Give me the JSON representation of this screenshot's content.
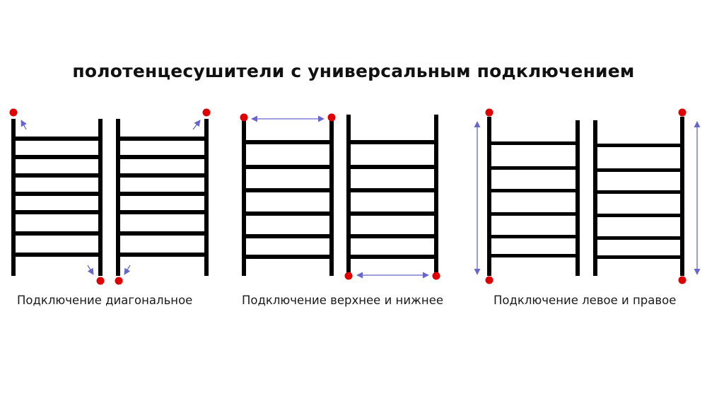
{
  "title": "полотенцесушители с универсальным подключением",
  "colors": {
    "rail": "#000000",
    "connection_point": "#e00000",
    "arrow": "#6666cc"
  },
  "groups": [
    {
      "type": "diagonal",
      "caption": "Подключение диагональное",
      "dryers": [
        {
          "rungs": 7,
          "inlets": [
            "top-left",
            "bottom-right"
          ]
        },
        {
          "rungs": 7,
          "inlets": [
            "top-right",
            "bottom-left"
          ]
        }
      ]
    },
    {
      "type": "top-bottom",
      "caption": "Подключение верхнее и нижнее",
      "dryers": [
        {
          "rungs": 6,
          "inlets": [
            "top-left",
            "top-right"
          ]
        },
        {
          "rungs": 6,
          "inlets": [
            "bottom-left",
            "bottom-right"
          ]
        }
      ]
    },
    {
      "type": "side",
      "caption": "Подключение левое и правое",
      "dryers": [
        {
          "rungs": 6,
          "inlets": [
            "top-left",
            "bottom-left"
          ]
        },
        {
          "rungs": 6,
          "inlets": [
            "top-right",
            "bottom-right"
          ]
        }
      ]
    }
  ]
}
